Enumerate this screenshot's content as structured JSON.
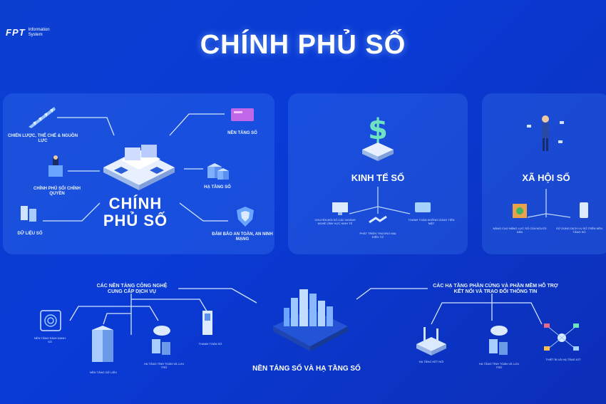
{
  "logo": {
    "mark": "FPT",
    "sub1": "Information",
    "sub2": "System"
  },
  "title": "CHÍNH PHỦ SỐ",
  "panel_government": {
    "center_line1": "CHÍNH",
    "center_line2": "PHỦ SỐ",
    "items": {
      "strategy": "CHIẾN LƯỢC, THỂ CHẾ & NGUỒN LỰC",
      "gov": "CHÍNH PHỦ SỐ/ CHÍNH QUYỀN",
      "data": "DỮ LIỆU SỐ",
      "platform": "NỀN TẢNG SỐ",
      "infra": "HẠ TẦNG SỐ",
      "security": "ĐẢM BẢO AN TOÀN, AN NINH MẠNG"
    }
  },
  "panel_economy": {
    "title": "KINH TẾ SỐ",
    "items": [
      "CHUYỂN ĐỔI SỐ CÁC NGÀNH NGHỀ LĨNH VỰC KINH TẾ",
      "PHÁT TRIỂN THƯƠNG MẠI ĐIỆN TỬ",
      "THANH TOÁN KHÔNG DÙNG TIỀN MẶT"
    ]
  },
  "panel_society": {
    "title": "XÃ HỘI SỐ",
    "items": [
      "NÂNG CAO NĂNG LỰC SỐ CỦA NGƯỜI DÂN",
      "SỬ DỤNG DỊCH VỤ SỐ TRÊN NỀN TẢNG SỐ"
    ]
  },
  "bottom": {
    "left_heading_1": "CÁC NỀN TẢNG CÔNG NGHỆ",
    "left_heading_2": "CUNG CẤP DỊCH VỤ",
    "right_heading_1": "CÁC HẠ TẦNG PHẦN CỨNG VÀ PHẦN MỀM HỖ TRỢ",
    "right_heading_2": "KẾT NỐI VÀ TRAO ĐỔI THÔNG TIN",
    "center": "NỀN TẢNG SỐ VÀ HẠ TẦNG SỐ",
    "left_items": {
      "id": "NỀN TẢNG ĐỊNH DANH SỐ",
      "data": "NỀN TẢNG DỮ LIỆU",
      "cloud": "HẠ TẦNG TÍNH TOÁN VÀ LƯU TRỮ",
      "pay": "THANH TOÁN SỐ"
    },
    "right_items": {
      "connect": "HẠ TẦNG KẾT NỐI",
      "cloud": "HẠ TẦNG TÍNH TOÁN VÀ LƯU TRỮ",
      "iot": "THIẾT BỊ VÀ HẠ TẦNG IOT"
    }
  }
}
